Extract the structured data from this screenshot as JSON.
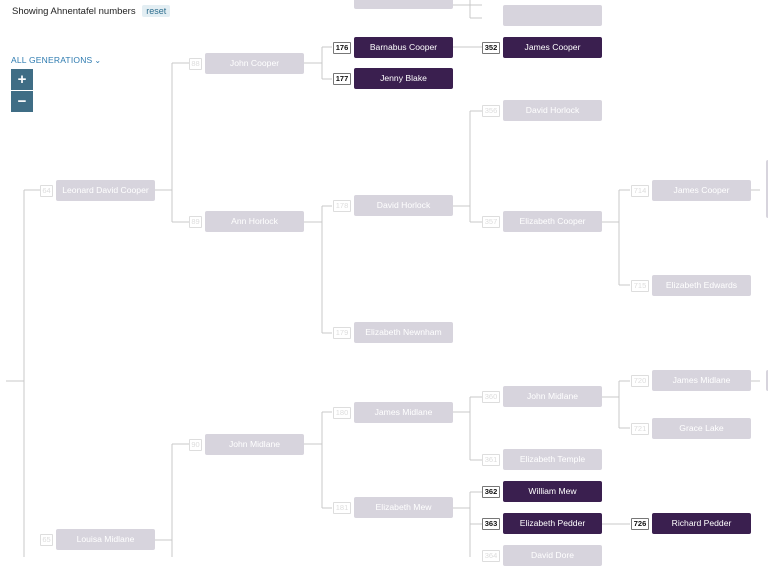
{
  "header": {
    "label": "Showing Ahnentafel numbers",
    "reset": "reset"
  },
  "controls": {
    "generations": "ALL GENERATIONS",
    "zoom_in": "+",
    "zoom_out": "−"
  },
  "people": [
    {
      "id": "p64",
      "name": "Leonard David Cooper",
      "num": "64",
      "hl": false
    },
    {
      "id": "p65",
      "name": "Louisa Midlane",
      "num": "65",
      "hl": false
    },
    {
      "id": "p88",
      "name": "John Cooper",
      "num": "88",
      "hl": false
    },
    {
      "id": "p89",
      "name": "Ann Horlock",
      "num": "89",
      "hl": false
    },
    {
      "id": "p90",
      "name": "John Midlane",
      "num": "90",
      "hl": false
    },
    {
      "id": "p176",
      "name": "Barnabus Cooper",
      "num": "176",
      "hl": true
    },
    {
      "id": "p177",
      "name": "Jenny Blake",
      "num": "177",
      "hl": true
    },
    {
      "id": "p178",
      "name": "David Horlock",
      "num": "178",
      "hl": false
    },
    {
      "id": "p179",
      "name": "Elizabeth Newnham",
      "num": "179",
      "hl": false
    },
    {
      "id": "p180",
      "name": "James Midlane",
      "num": "180",
      "hl": false
    },
    {
      "id": "p181",
      "name": "Elizabeth Mew",
      "num": "181",
      "hl": false
    },
    {
      "id": "p352",
      "name": "James Cooper",
      "num": "352",
      "hl": true
    },
    {
      "id": "p356",
      "name": "David Horlock",
      "num": "356",
      "hl": false
    },
    {
      "id": "p357",
      "name": "Elizabeth Cooper",
      "num": "357",
      "hl": false
    },
    {
      "id": "p360",
      "name": "John Midlane",
      "num": "360",
      "hl": false
    },
    {
      "id": "p361",
      "name": "Elizabeth Temple",
      "num": "361",
      "hl": false
    },
    {
      "id": "p362",
      "name": "William Mew",
      "num": "362",
      "hl": true
    },
    {
      "id": "p363",
      "name": "Elizabeth Pedder",
      "num": "363",
      "hl": true
    },
    {
      "id": "p364",
      "name": "David Dore",
      "num": "364",
      "hl": false
    },
    {
      "id": "p714",
      "name": "James Cooper",
      "num": "714",
      "hl": false
    },
    {
      "id": "p715",
      "name": "Elizabeth Edwards",
      "num": "715",
      "hl": false
    },
    {
      "id": "p720",
      "name": "James Midlane",
      "num": "720",
      "hl": false
    },
    {
      "id": "p721",
      "name": "Grace Lake",
      "num": "721",
      "hl": false
    },
    {
      "id": "p726",
      "name": "Richard Pedder",
      "num": "726",
      "hl": true
    }
  ]
}
